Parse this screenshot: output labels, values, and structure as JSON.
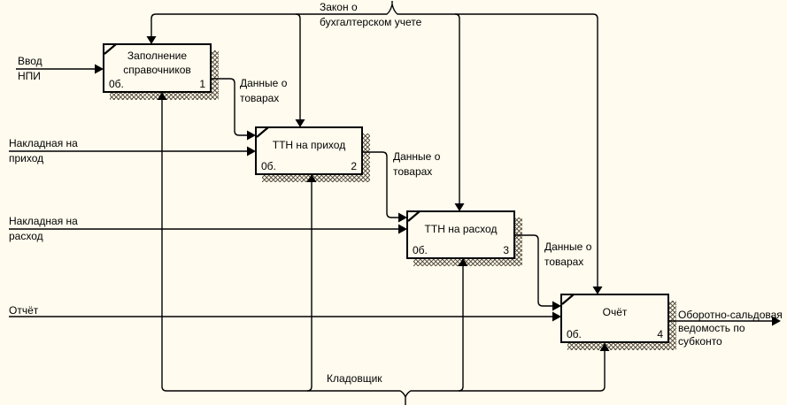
{
  "diagram": {
    "tool": "IDEF0 activity diagram",
    "colors": {
      "background": "#fffbee",
      "ink": "#000000"
    },
    "boxes": [
      {
        "title": "Заполнение\nсправочников",
        "cost": "0б.",
        "num": "1"
      },
      {
        "title": "ТТН на приход",
        "cost": "0б.",
        "num": "2"
      },
      {
        "title": "ТТН на расход",
        "cost": "0б.",
        "num": "3"
      },
      {
        "title": "Очёт",
        "cost": "0б.",
        "num": "4"
      }
    ],
    "labels": {
      "input_npi": "Ввод\nНПИ",
      "law": "Закон о\nбухгалтерском учете",
      "goods_data_1": "Данные о\nтоварах",
      "invoice_in": "Накладная на\nприход",
      "goods_data_2": "Данные о\nтоварах",
      "invoice_out": "Накладная на\nрасход",
      "goods_data_3": "Данные о\nтоварах",
      "report": "Отчёт",
      "storekeeper": "Кладовщик",
      "output_statement": "Оборотно-сальдовая\nведомость по\nсубконто"
    }
  }
}
